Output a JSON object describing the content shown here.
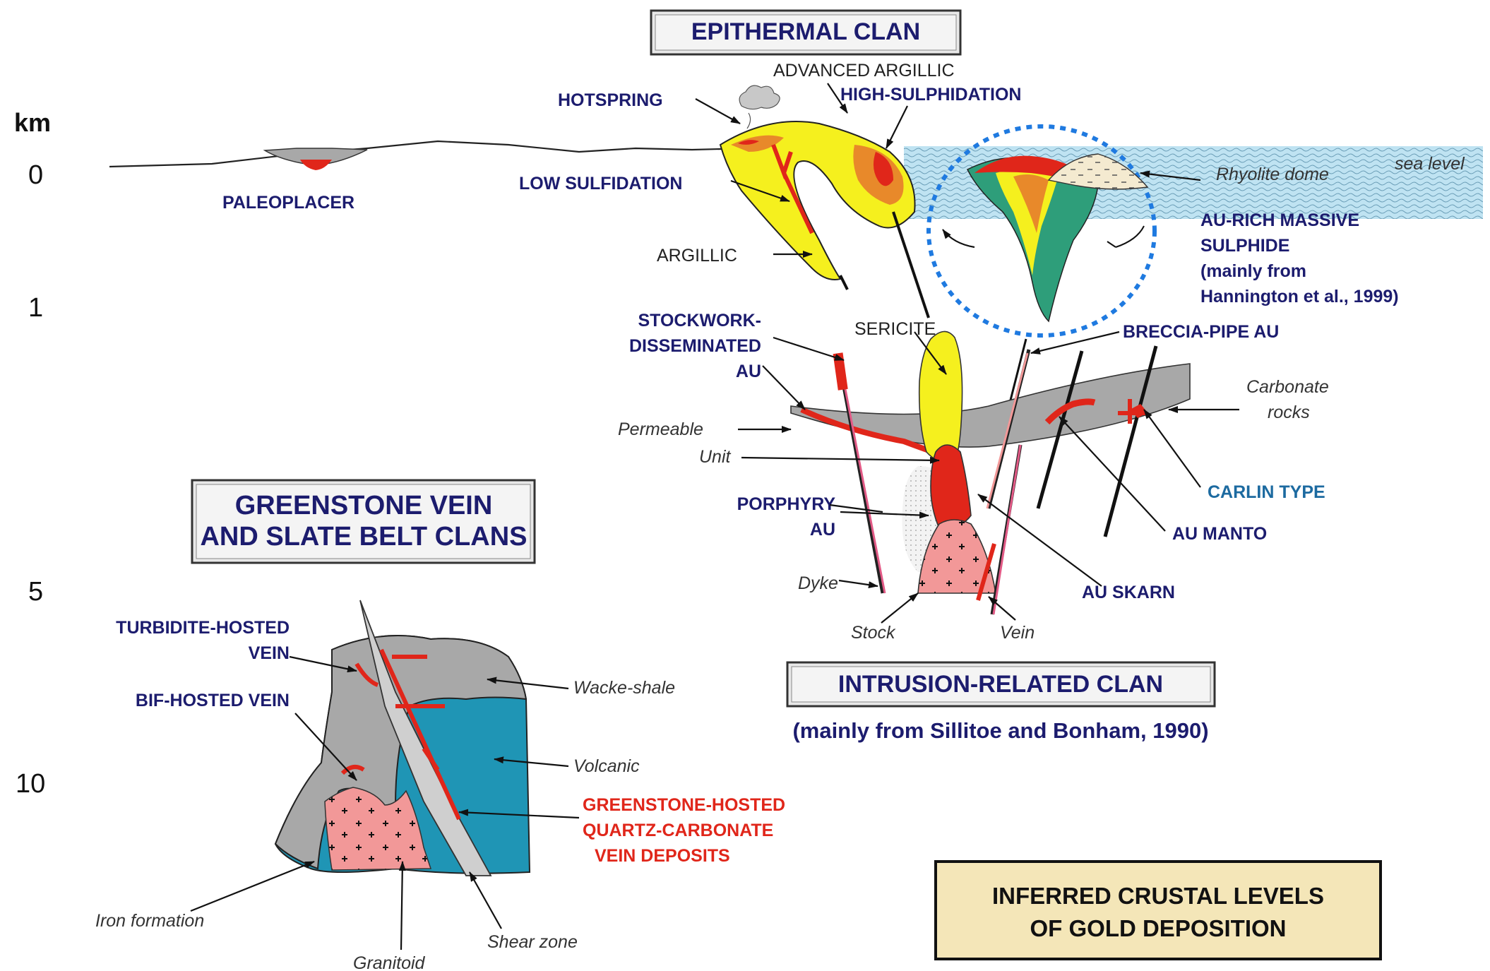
{
  "depth_axis": {
    "unit": "km",
    "ticks": [
      "0",
      "1",
      "5",
      "10"
    ]
  },
  "clans": {
    "epithermal": "EPITHERMAL CLAN",
    "greenstone_line1": "GREENSTONE VEIN",
    "greenstone_line2": "AND SLATE BELT CLANS",
    "intrusion": "INTRUSION-RELATED CLAN",
    "intrusion_source": "(mainly from Sillitoe and Bonham, 1990)"
  },
  "legend_box": {
    "line1": "INFERRED CRUSTAL LEVELS",
    "line2": "OF GOLD DEPOSITION"
  },
  "deposit_labels": {
    "paleoplacer": "PALEOPLACER",
    "hotspring": "HOTSPRING",
    "low_sulfidation": "LOW SULFIDATION",
    "advanced_argillic": "ADVANCED ARGILLIC",
    "high_sulphidation": "HIGH-SULPHIDATION",
    "argillic": "ARGILLIC",
    "sericite": "SERICITE",
    "massive_sulphide_1": "AU-RICH MASSIVE",
    "massive_sulphide_2": "SULPHIDE",
    "massive_sulphide_3": "(mainly from",
    "massive_sulphide_4": "Hannington et al., 1999)",
    "stockwork_1": "STOCKWORK-",
    "stockwork_2": "DISSEMINATED",
    "stockwork_3": "AU",
    "breccia_pipe": "BRECCIA-PIPE AU",
    "porphyry_1": "PORPHYRY",
    "porphyry_2": "AU",
    "carlin": "CARLIN TYPE",
    "au_manto": "AU MANTO",
    "au_skarn": "AU SKARN",
    "turbidite_1": "TURBIDITE-HOSTED",
    "turbidite_2": "VEIN",
    "bif": "BIF-HOSTED VEIN",
    "greenstone_hosted_1": "GREENSTONE-HOSTED",
    "greenstone_hosted_2": "QUARTZ-CARBONATE",
    "greenstone_hosted_3": "VEIN DEPOSITS"
  },
  "rock_labels": {
    "rhyolite_dome": "Rhyolite dome",
    "sea_level": "sea level",
    "carbonate_1": "Carbonate",
    "carbonate_2": "rocks",
    "permeable": "Permeable",
    "unit": "Unit",
    "dyke": "Dyke",
    "stock": "Stock",
    "vein": "Vein",
    "wacke_shale": "Wacke-shale",
    "volcanic": "Volcanic",
    "iron_formation": "Iron formation",
    "shear_zone": "Shear zone",
    "granitoid": "Granitoid"
  },
  "colors": {
    "ore_red": "#e0261a",
    "argillic_yellow": "#f5f01e",
    "alteration_orange": "#e8892a",
    "host_gray": "#a8a8a8",
    "volcanic_teal": "#1f95b5",
    "granite_pink": "#f29898",
    "sea_blue": "#bfe3f2",
    "massive_green": "#2e9e7a",
    "clan_text": "#1c1c6e",
    "carlin_text": "#1c6aa0"
  }
}
